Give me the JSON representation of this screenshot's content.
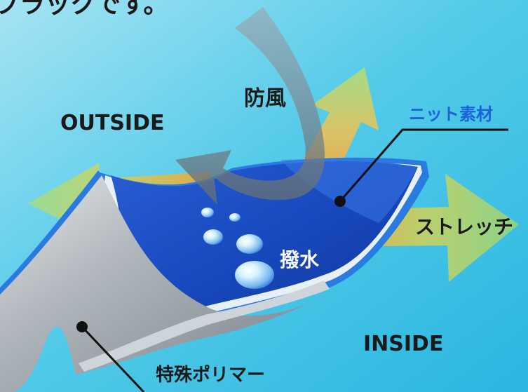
{
  "top_text": "ブラックです。",
  "labels": {
    "outside": "OUTSIDE",
    "inside": "INSIDE",
    "windproof": "防風",
    "knit": "ニット素材",
    "stretch": "ストレッチ",
    "water_repellent": "撥水",
    "polymer": "特殊ポリマー"
  },
  "colors": {
    "background_light": "#7fd7ee",
    "background_mid": "#45c4e6",
    "fabric_blue": "#1f5fd6",
    "fabric_blue_dark": "#123a9c",
    "fabric_edge": "#2a7be0",
    "polymer_gray": "#a9b0b6",
    "arrow_green": "#b6e27a",
    "arrow_orange": "#f3a63a",
    "wind_arrow": "#7f8d98",
    "knit_label": "#1c63d8",
    "text_dark": "#1a1a1a"
  }
}
